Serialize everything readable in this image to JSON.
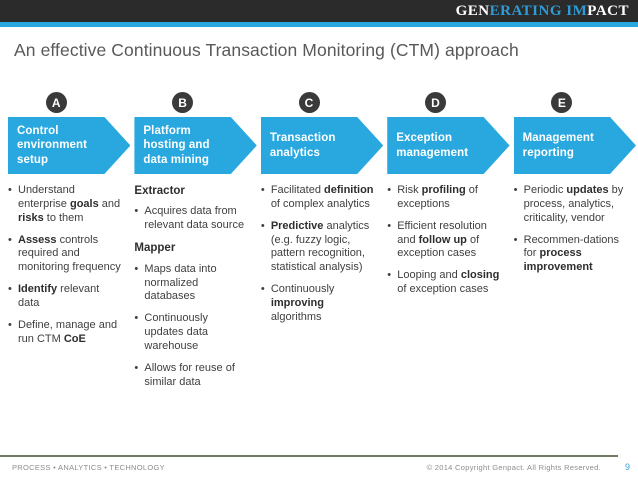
{
  "logo": {
    "part1": "GEN",
    "part2": "ERATING IM",
    "part3": "PACT"
  },
  "title": "An effective Continuous Transaction Monitoring (CTM) approach",
  "columns": [
    {
      "letter": "A",
      "heading": "Control\nenvironment\nsetup",
      "items": [
        {
          "type": "bullet",
          "segments": [
            "Understand enterprise ",
            {
              "b": "goals"
            },
            " and ",
            {
              "b": "risks"
            },
            " to them"
          ]
        },
        {
          "type": "bullet",
          "segments": [
            {
              "b": "Assess"
            },
            " controls required and monitoring frequency"
          ]
        },
        {
          "type": "bullet",
          "segments": [
            {
              "b": "Identify"
            },
            " relevant data"
          ]
        },
        {
          "type": "bullet",
          "segments": [
            "Define, manage and run CTM ",
            {
              "b": "CoE"
            }
          ]
        }
      ]
    },
    {
      "letter": "B",
      "heading": "Platform\nhosting and\ndata mining",
      "items": [
        {
          "type": "heading",
          "segments": [
            "Extractor"
          ]
        },
        {
          "type": "bullet",
          "segments": [
            "Acquires data from relevant data source"
          ]
        },
        {
          "type": "heading",
          "segments": [
            "Mapper"
          ]
        },
        {
          "type": "bullet",
          "segments": [
            "Maps data into normalized databases"
          ]
        },
        {
          "type": "bullet",
          "segments": [
            "Continuously updates data warehouse"
          ]
        },
        {
          "type": "bullet",
          "segments": [
            "Allows for reuse of similar data"
          ]
        }
      ]
    },
    {
      "letter": "C",
      "heading": "Transaction\nanalytics",
      "items": [
        {
          "type": "bullet",
          "segments": [
            "Facilitated ",
            {
              "b": "definition"
            },
            " of complex analytics"
          ]
        },
        {
          "type": "bullet",
          "segments": [
            {
              "b": "Predictive"
            },
            " analytics (e.g. fuzzy logic, pattern recognition, statistical analysis)"
          ]
        },
        {
          "type": "bullet",
          "segments": [
            "Continuously ",
            {
              "b": "improving"
            },
            " algorithms"
          ]
        }
      ]
    },
    {
      "letter": "D",
      "heading": "Exception\nmanagement",
      "items": [
        {
          "type": "bullet",
          "segments": [
            "Risk ",
            {
              "b": "profiling"
            },
            " of exceptions"
          ]
        },
        {
          "type": "bullet",
          "segments": [
            "Efficient resolution and ",
            {
              "b": "follow up"
            },
            " of exception cases"
          ]
        },
        {
          "type": "bullet",
          "segments": [
            "Looping and ",
            {
              "b": "closing"
            },
            " of exception cases"
          ]
        }
      ]
    },
    {
      "letter": "E",
      "heading": "Management\nreporting",
      "items": [
        {
          "type": "bullet",
          "segments": [
            "Periodic ",
            {
              "b": "updates"
            },
            " by process, analytics, criticality, vendor"
          ]
        },
        {
          "type": "bullet",
          "segments": [
            "Recommen-dations for ",
            {
              "b": "process improvement"
            }
          ]
        }
      ]
    }
  ],
  "footer": {
    "left": "PROCESS • ANALYTICS • TECHNOLOGY",
    "copyright": "© 2014 Copyright Genpact. All Rights Reserved.",
    "page": "9"
  },
  "colors": {
    "accent_blue": "#29a8e0",
    "logo_blue": "#2e9bd6",
    "bar_dark": "#2b2b2b",
    "badge_dark": "#3a3a3a",
    "rule_olive": "#6e7a64",
    "page_blue": "#3fa3d5"
  }
}
